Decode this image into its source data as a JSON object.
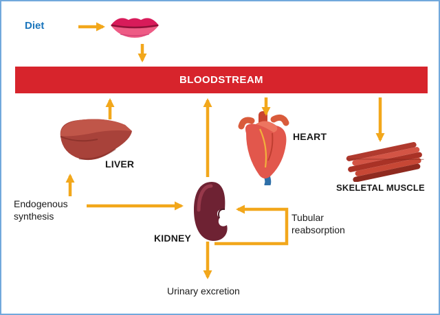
{
  "diagram": {
    "labels": {
      "diet": "Diet",
      "bloodstream": "BLOODSTREAM",
      "liver": "LIVER",
      "heart": "HEART",
      "skeletal_muscle": "SKELETAL MUSCLE",
      "kidney": "KIDNEY",
      "endogenous_synthesis": "Endogenous\nsynthesis",
      "tubular_reabsorption": "Tubular\nreabsorption",
      "urinary_excretion": "Urinary excretion"
    },
    "colors": {
      "arrow": "#F2A71B",
      "bloodstream_bar": "#D7242C",
      "diet_text": "#1A75BC",
      "label_text": "#1A1A1A",
      "border": "#71A8DC"
    },
    "icons": [
      "mouth-lips-icon",
      "liver-icon",
      "heart-icon",
      "kidney-icon",
      "skeletal-muscle-icon"
    ]
  }
}
